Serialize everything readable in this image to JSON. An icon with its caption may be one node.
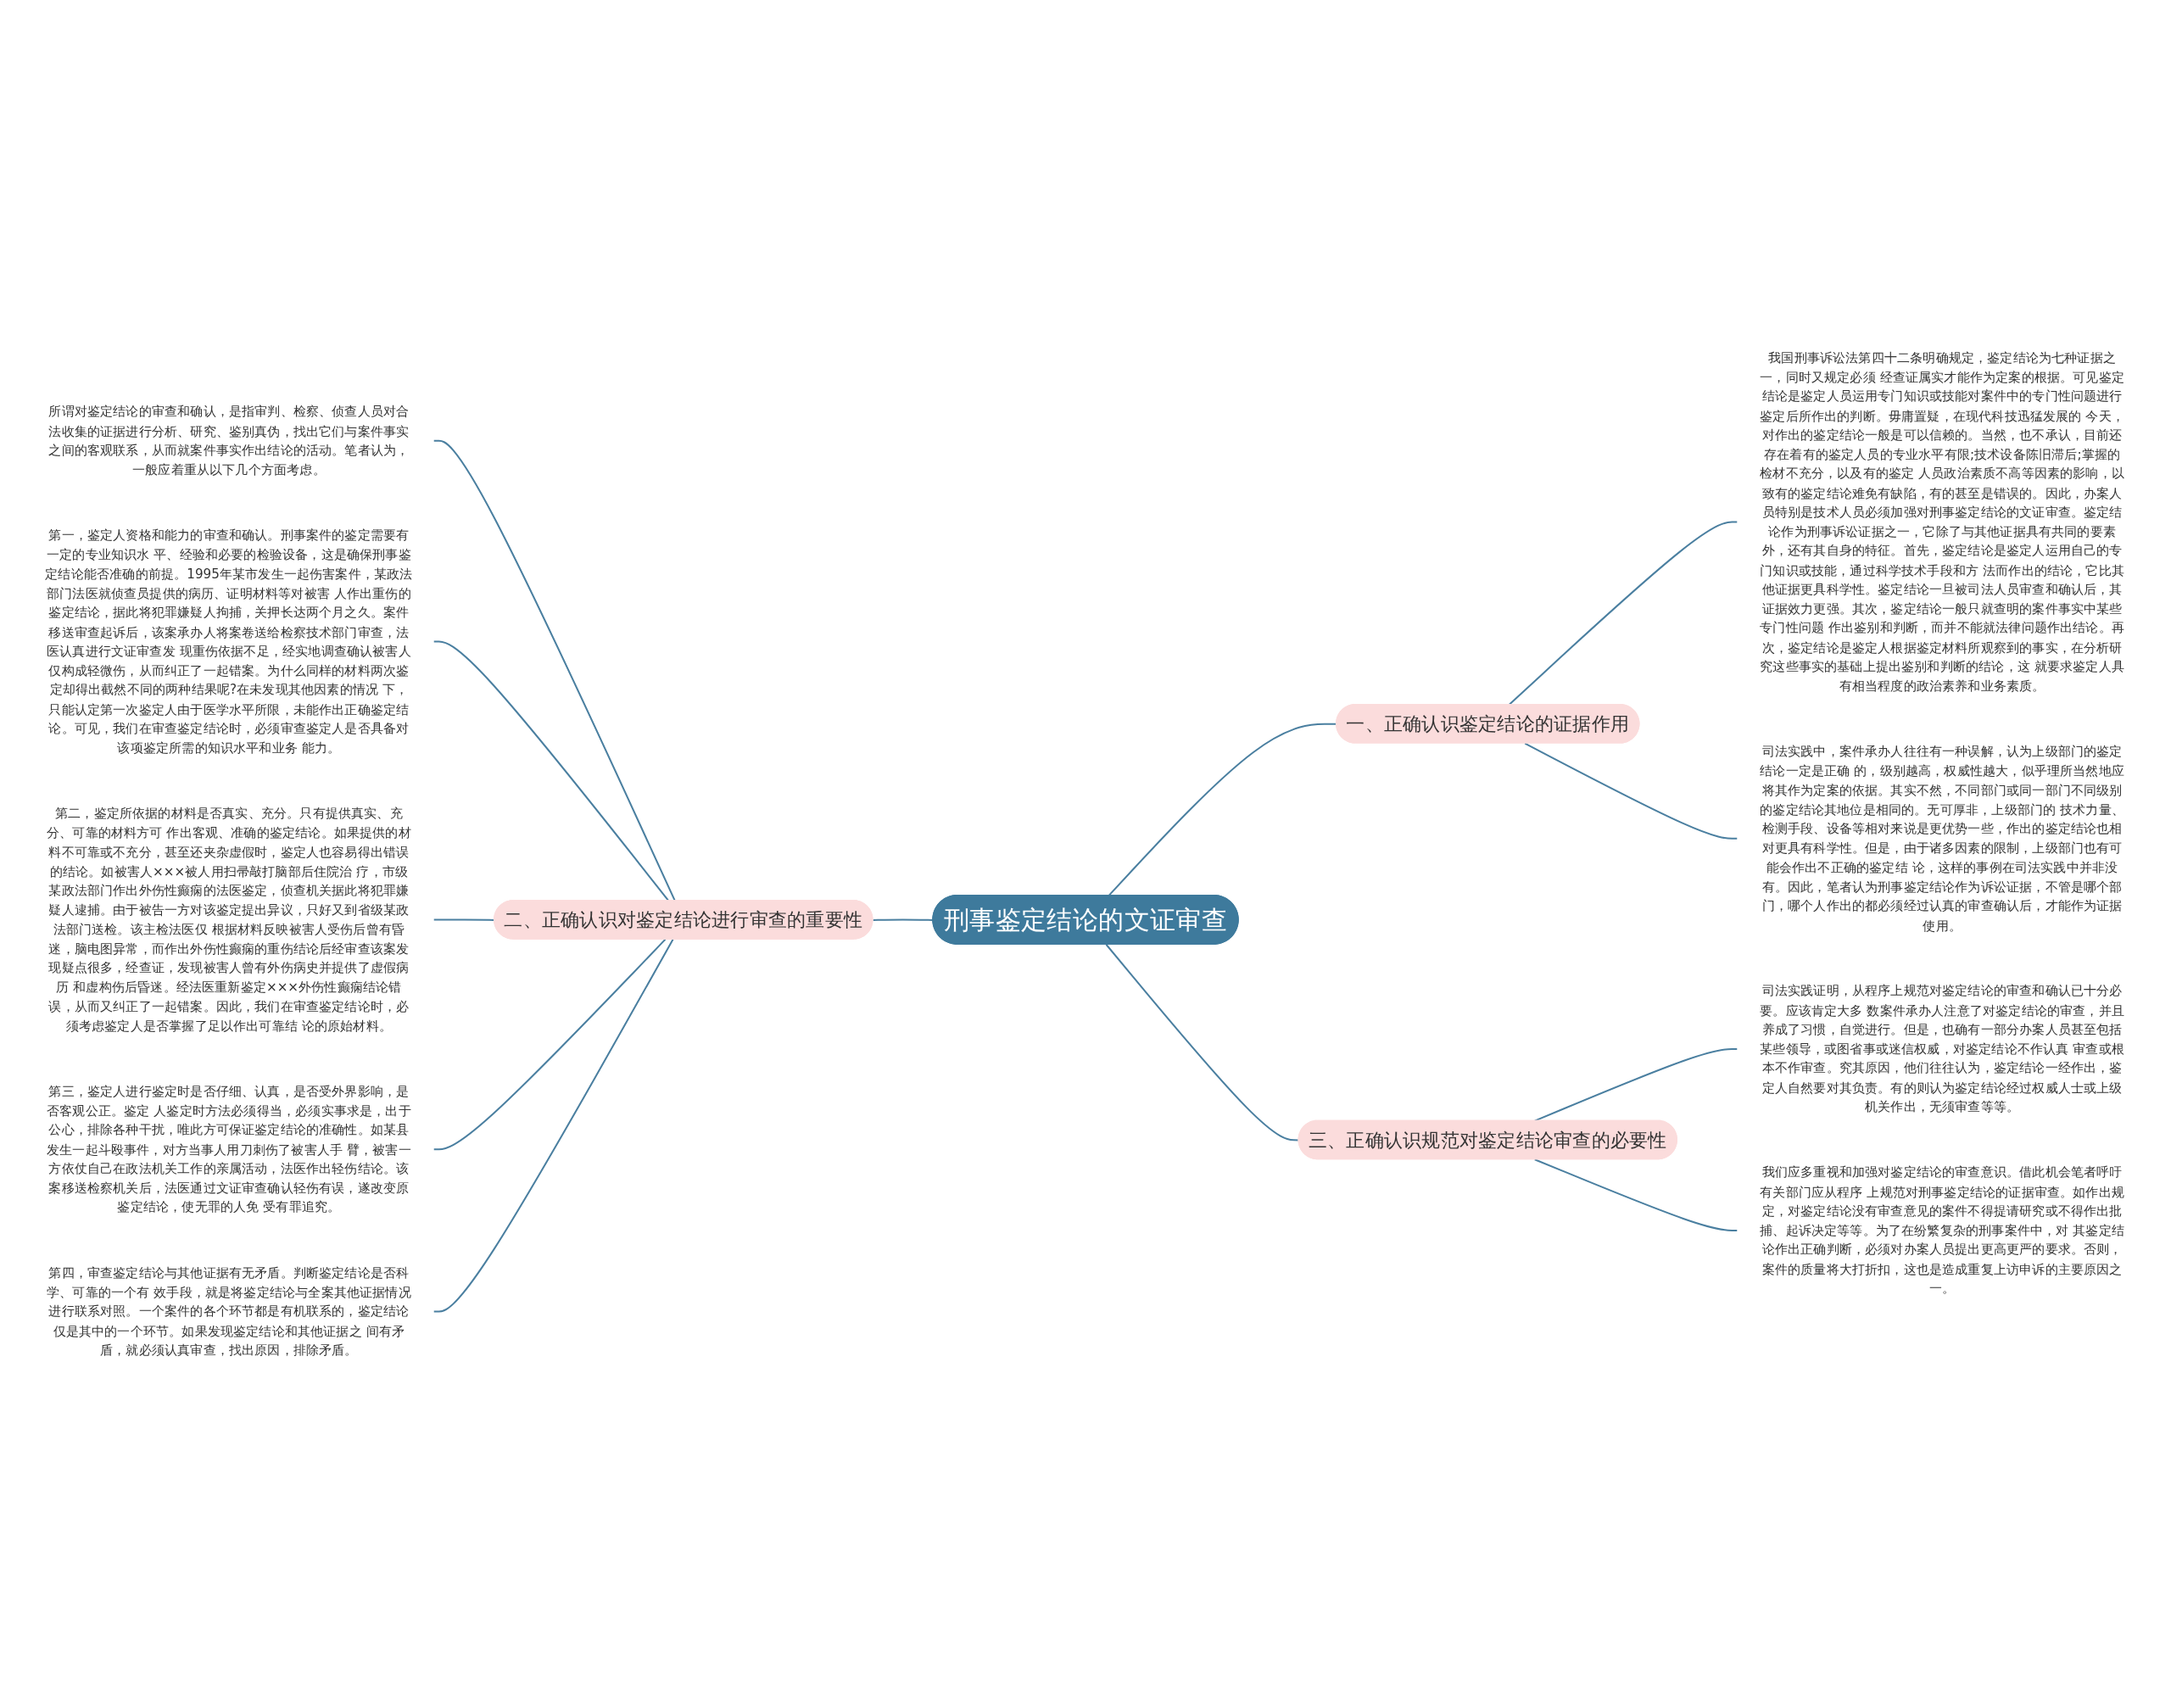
{
  "diagram": {
    "nodes": [
      {
        "text": [
          "刑事鉴定结论的文证审查"
        ]
      },
      {
        "text": [
          "一、正确认识鉴定结论的证据作用"
        ]
      },
      {
        "text": [
          "我国刑事诉讼法第四十二条明确规定，鉴定结论为七种证据之一，同时又规定必须 经查证属实才能作为定案的根据。可见鉴定结论是鉴定人员运用专门知识或技能对案件中的专门性问题进行鉴定后所作出的判断。毋庸置疑，在现代科技迅猛发展的 今天，对作出的鉴定结论一般是可以信赖的。当然，也不承认，目前还存在着有的鉴定人员的专业水平有限;技术设备陈旧滞后;掌握的检材不充分，以及有的鉴定 人员政治素质不高等因素的影响，以致有的鉴定结论难免有缺陷，有的甚至是错误的。因此，办案人员特别是技术人员必须加强对刑事鉴定结论的文证审查。鉴定结论作为刑事诉讼证据之一，它除了与其他证据具有共同的要素外，还有其自身的特征。首先，鉴定结论是鉴定人运用自己的专门知识或技能，通过科学技术手段和方 法而作出的结论，它比其他证据更具科学性。鉴定结论一旦被司法人员审查和确认后，其证据效力更强。其次，鉴定结论一般只就查明的案件事实中某些专门性问题 作出鉴别和判断，而并不能就法律问题作出结论。再次，鉴定结论是鉴定人根据鉴定材料所观察到的事实，在分析研究这些事实的基础上提出鉴别和判断的结论，这 就要求鉴定人具有相当程度的政治素养和业务素质。"
        ]
      },
      {
        "text": [
          "司法实践中，案件承办人往往有一种误解，认为上级部门的鉴定结论一定是正确 的，级别越高，权威性越大，似乎理所当然地应将其作为定案的依据。其实不然，不同部门或同一部门不同级别的鉴定结论其地位是相同的。无可厚非，上级部门的 技术力量、检测手段、设备等相对来说是更优势一些，作出的鉴定结论也相对更具有科学性。但是，由于诸多因素的限制，上级部门也有可能会作出不正确的鉴定结 论，这样的事例在司法实践中并非没有。因此，笔者认为刑事鉴定结论作为诉讼证据，不管是哪个部门，哪个人作出的都必须经过认真的审查确认后，才能作为证据使用。"
        ]
      },
      {
        "text": [
          "二、正确认识对鉴定结论进行审查的重要性"
        ]
      },
      {
        "text": [
          "所谓对鉴定结论的审查和确认，是指审判、检察、侦查人员对合法收集的证据进行分析、研究、鉴别真伪，找出它们与案件事实之间的客观联系，从而就案件事实作出结论的活动。笔者认为，一般应着重从以下几个方面考虑。"
        ]
      },
      {
        "text": [
          "第一，鉴定人资格和能力的审查和确认。刑事案件的鉴定需要有一定的专业知识水 平、经验和必要的检验设备，这是确保刑事鉴定结论能否准确的前提。1995年某市发生一起伤害案件，某政法部门法医就侦查员提供的病历、证明材料等对被害 人作出重伤的鉴定结论，据此将犯罪嫌疑人拘捕，关押长达两个月之久。案件移送审查起诉后，该案承办人将案卷送给检察技术部门审查，法医认真进行文证审查发 现重伤依据不足，经实地调查确认被害人仅构成轻微伤，从而纠正了一起错案。为什么同样的材料两次鉴定却得出截然不同的两种结果呢?在未发现其他因素的情况 下，只能认定第一次鉴定人由于医学水平所限，未能作出正确鉴定结论。可见，我们在审查鉴定结论时，必须审查鉴定人是否具备对该项鉴定所需的知识水平和业务 能力。"
        ]
      },
      {
        "text": [
          "第二，鉴定所依据的材料是否真实、充分。只有提供真实、充分、可靠的材料方可 作出客观、准确的鉴定结论。如果提供的材料不可靠或不充分，甚至还夹杂虚假时，鉴定人也容易得出错误的结论。如被害人×××被人用扫帚敲打脑部后住院治 疗，市级某政法部门作出外伤性癫痫的法医鉴定，侦查机关据此将犯罪嫌疑人逮捕。由于被告一方对该鉴定提出异议，只好又到省级某政法部门送检。该主检法医仅 根据材料反映被害人受伤后曾有昏迷，脑电图异常，而作出外伤性癫痫的重伤结论后经审查该案发现疑点很多，经查证，发现被害人曾有外伤病史并提供了虚假病历 和虚构伤后昏迷。经法医重新鉴定×××外伤性癫痫结论错误，从而又纠正了一起错案。因此，我们在审查鉴定结论时，必须考虑鉴定人是否掌握了足以作出可靠结 论的原始材料。"
        ]
      },
      {
        "text": [
          "第三，鉴定人进行鉴定时是否仔细、认真，是否受外界影响，是否客观公正。鉴定 人鉴定时方法必须得当，必须实事求是，出于公心，排除各种干扰，唯此方可保证鉴定结论的准确性。如某县发生一起斗殴事件，对方当事人用刀刺伤了被害人手 臂，被害一方依仗自己在政法机关工作的亲属活动，法医作出轻伤结论。该案移送检察机关后，法医通过文证审查确认轻伤有误，遂改变原鉴定结论，使无罪的人免 受有罪追究。"
        ]
      },
      {
        "text": [
          "第四，审查鉴定结论与其他证据有无矛盾。判断鉴定结论是否科学、可靠的一个有 效手段，就是将鉴定结论与全案其他证据情况进行联系对照。一个案件的各个环节都是有机联系的，鉴定结论仅是其中的一个环节。如果发现鉴定结论和其他证据之 间有矛盾，就必须认真审查，找出原因，排除矛盾。"
        ]
      },
      {
        "text": [
          "三、正确认识规范对鉴定结论审查的必要性"
        ]
      },
      {
        "text": [
          "司法实践证明，从程序上规范对鉴定结论的审查和确认已十分必要。应该肯定大多 数案件承办人注意了对鉴定结论的审查，并且养成了习惯，自觉进行。但是，也确有一部分办案人员甚至包括某些领导，或图省事或迷信权威，对鉴定结论不作认真 审查或根本不作审查。究其原因，他们往往认为，鉴定结论一经作出，鉴定人自然要对其负责。有的则认为鉴定结论经过权威人士或上级机关作出，无须审查等等。"
        ]
      },
      {
        "text": [
          "我们应多重视和加强对鉴定结论的审查意识。借此机会笔者呼吁有关部门应从程序 上规范对刑事鉴定结论的证据审查。如作出规定，对鉴定结论没有审查意见的案件不得提请研究或不得作出批捕、起诉决定等等。为了在纷繁复杂的刑事案件中，对 其鉴定结论作出正确判断，必须对办案人员提出更高更严的要求。否则，案件的质量将大打折扣，这也是造成重复上访申诉的主要原因之一。"
        ]
      }
    ],
    "edges": [
      {
        "from": 0,
        "to": 1,
        "arrow": "none"
      },
      {
        "from": 1,
        "to": 2,
        "arrow": "none"
      },
      {
        "from": 1,
        "to": 3,
        "arrow": "none"
      },
      {
        "from": 4,
        "to": 0,
        "arrow": "none"
      },
      {
        "from": 5,
        "to": 4,
        "arrow": "none"
      },
      {
        "from": 6,
        "to": 4,
        "arrow": "none"
      },
      {
        "from": 7,
        "to": 4,
        "arrow": "none"
      },
      {
        "from": 8,
        "to": 4,
        "arrow": "none"
      },
      {
        "from": 9,
        "to": 4,
        "arrow": "none"
      },
      {
        "from": 0,
        "to": 10,
        "arrow": "none"
      },
      {
        "from": 10,
        "to": 11,
        "arrow": "none"
      },
      {
        "from": 10,
        "to": 12,
        "arrow": "none"
      }
    ]
  }
}
